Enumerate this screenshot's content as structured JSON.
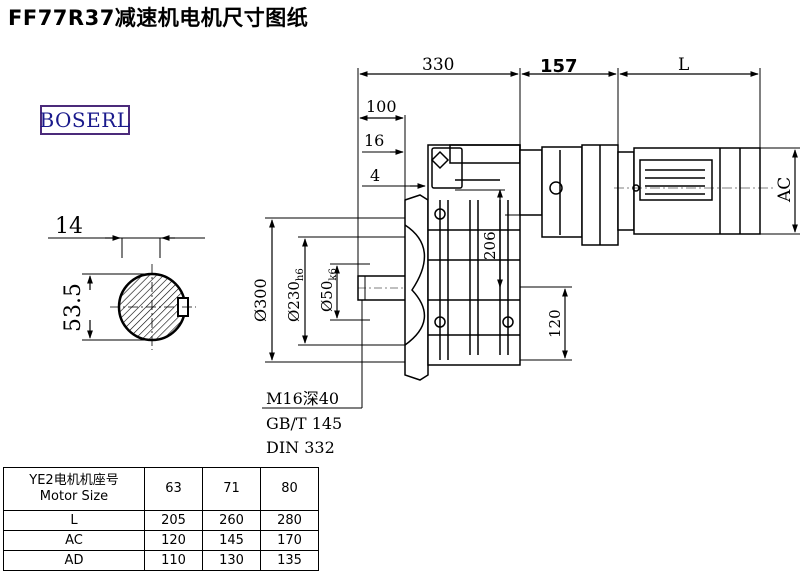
{
  "title": "FF77R37减速机电机尺寸图纸",
  "logo": "BOSERL",
  "dimensions": {
    "d330": "330",
    "d157": "157",
    "dL": "L",
    "d100": "100",
    "d16": "16",
    "d4": "4",
    "dAC": "AC",
    "d14": "14",
    "d53_5": "53.5",
    "d300": "Ø300",
    "d230": "Ø230",
    "d230_tol": "h6",
    "d50": "Ø50",
    "d50_tol": "k6",
    "d206": "206",
    "d120": "120"
  },
  "notes": {
    "thread": "M16深40",
    "std1": "GB/T 145",
    "std2": "DIN 332"
  },
  "table": {
    "header_line1": "YE2电机机座号",
    "header_line2": "Motor Size",
    "sizes": [
      "63",
      "71",
      "80"
    ],
    "rows": [
      {
        "label": "L",
        "values": [
          "205",
          "260",
          "280"
        ]
      },
      {
        "label": "AC",
        "values": [
          "120",
          "145",
          "170"
        ]
      },
      {
        "label": "AD",
        "values": [
          "110",
          "130",
          "135"
        ]
      }
    ]
  }
}
